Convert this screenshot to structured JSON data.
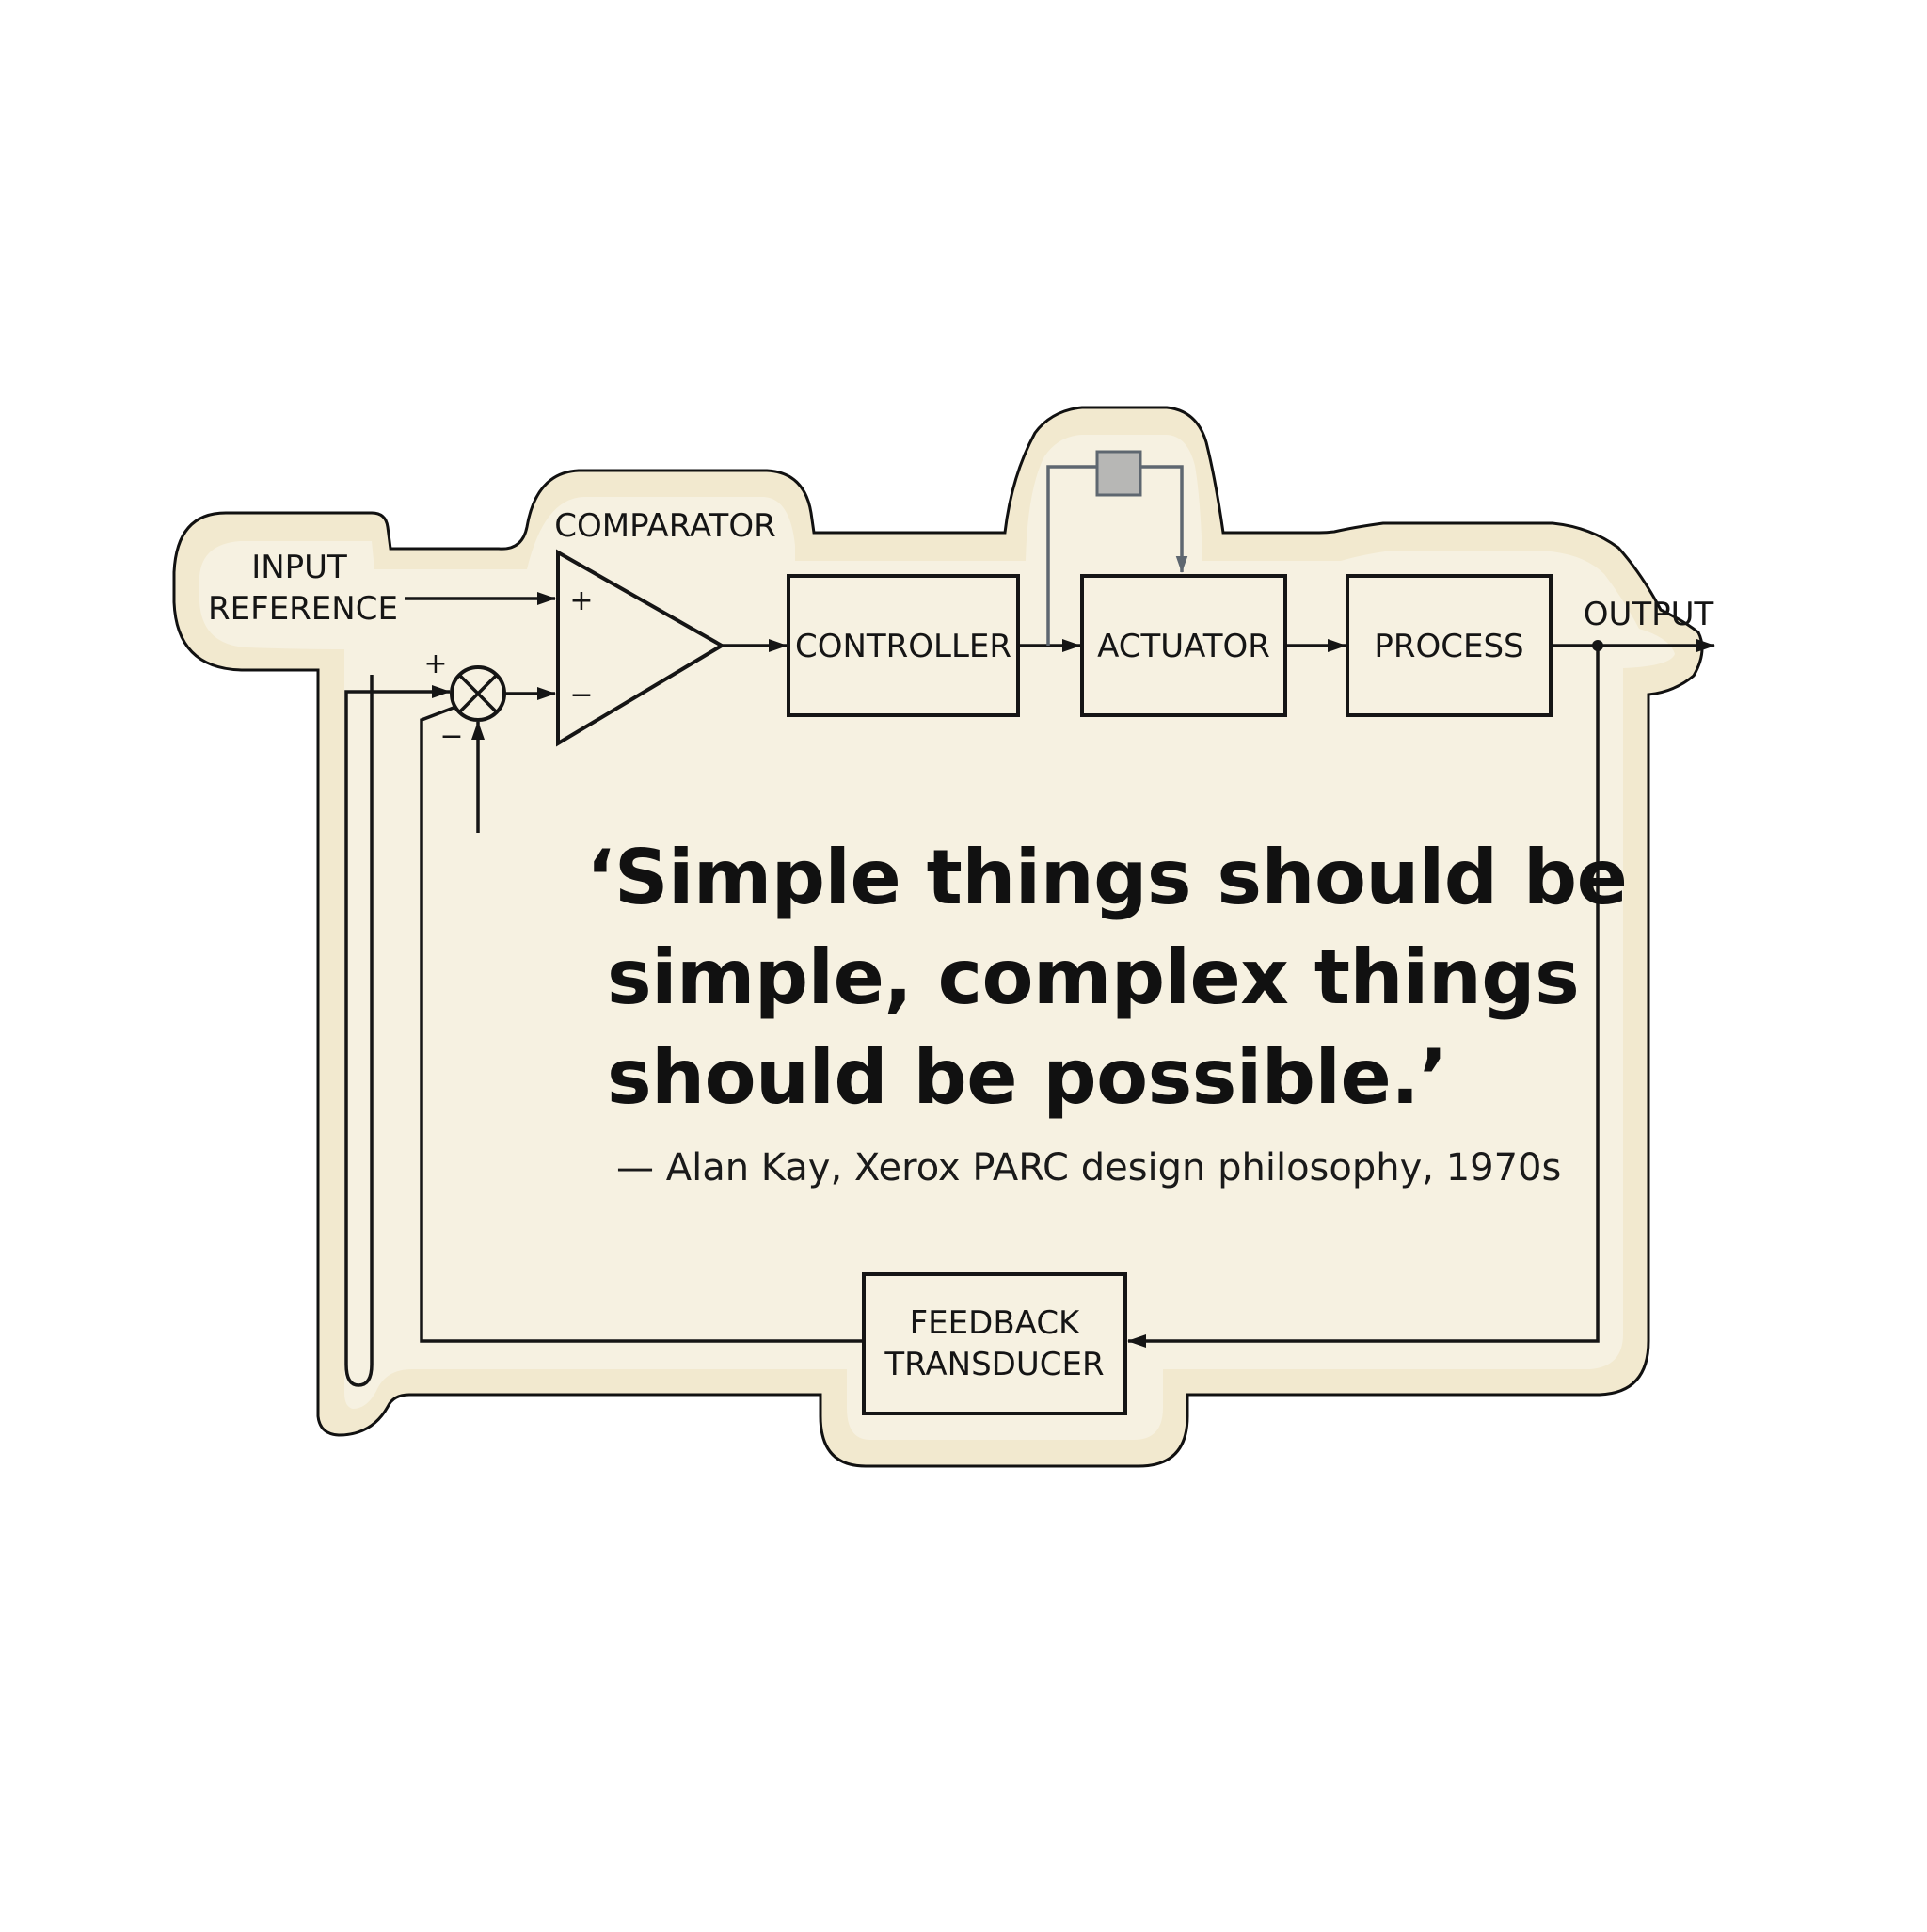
{
  "colors": {
    "sticker_fill": "#f6f1e1",
    "sticker_border_band": "#f2e9cf",
    "outline": "#111111",
    "line": "#151515",
    "disturbance_block": "#b7b7b5",
    "disturbance_line": "#5e6770"
  },
  "diagram": {
    "input_label_line1": "INPUT",
    "input_label_line2": "REFERENCE",
    "comparator_label": "COMPARATOR",
    "comparator_plus": "+",
    "comparator_minus": "−",
    "summing_plus": "+",
    "summing_minus": "−",
    "controller_label": "CONTROLLER",
    "actuator_label": "ACTUATOR",
    "process_label": "PROCESS",
    "output_label": "OUTPUT",
    "feedback_label_line1": "FEEDBACK",
    "feedback_label_line2": "TRANSDUCER"
  },
  "quote": {
    "line1": "‘Simple things should be",
    "line2": "simple, complex things",
    "line3": "should be possible.’",
    "attribution": "— Alan Kay, Xerox PARC design philosophy, 1970s"
  }
}
